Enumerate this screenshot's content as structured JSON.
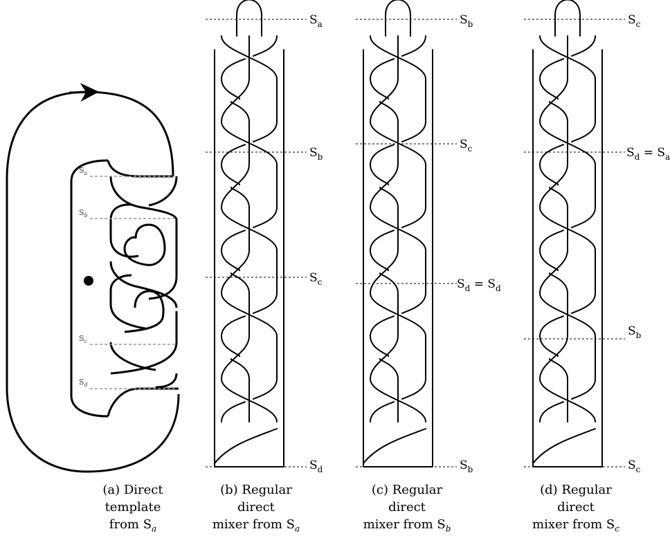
{
  "panels": [
    {
      "id": "a",
      "caption_line1": "(a) Direct template",
      "caption_line2": "from S",
      "caption_sub": "a",
      "caption_sub_style": "italic",
      "labels": [
        "a",
        "b",
        "c",
        "d"
      ]
    },
    {
      "id": "b",
      "caption_line1": "(b) Regular direct",
      "caption_line2": "mixer from S",
      "caption_sub": "a",
      "caption_sub_style": "italic",
      "labels": [
        {
          "main": "S",
          "sub": "a"
        },
        {
          "main": "S",
          "sub": "b"
        },
        {
          "main": "S",
          "sub": "c"
        },
        {
          "main": "S",
          "sub": "d"
        }
      ]
    },
    {
      "id": "c",
      "caption_line1": "(c) Regular direct",
      "caption_line2": "mixer from S",
      "caption_sub": "b",
      "caption_sub_style": "italic",
      "labels": [
        {
          "main": "S",
          "sub": "b"
        },
        {
          "main": "S",
          "sub": "c"
        },
        {
          "main": "S",
          "sub": "d",
          "eq": " = S",
          "eq_sub": "d"
        },
        {
          "main": "S",
          "sub": "b"
        }
      ]
    },
    {
      "id": "d",
      "caption_line1": "(d) Regular direct",
      "caption_line2": "mixer from S",
      "caption_sub": "c",
      "caption_sub_style": "italic",
      "labels": [
        {
          "main": "S",
          "sub": "c"
        },
        {
          "main": "S",
          "sub": "d",
          "eq": " = S",
          "eq_sub": "a"
        },
        {
          "main": "S",
          "sub": "b"
        },
        {
          "main": "S",
          "sub": "c"
        }
      ]
    }
  ]
}
